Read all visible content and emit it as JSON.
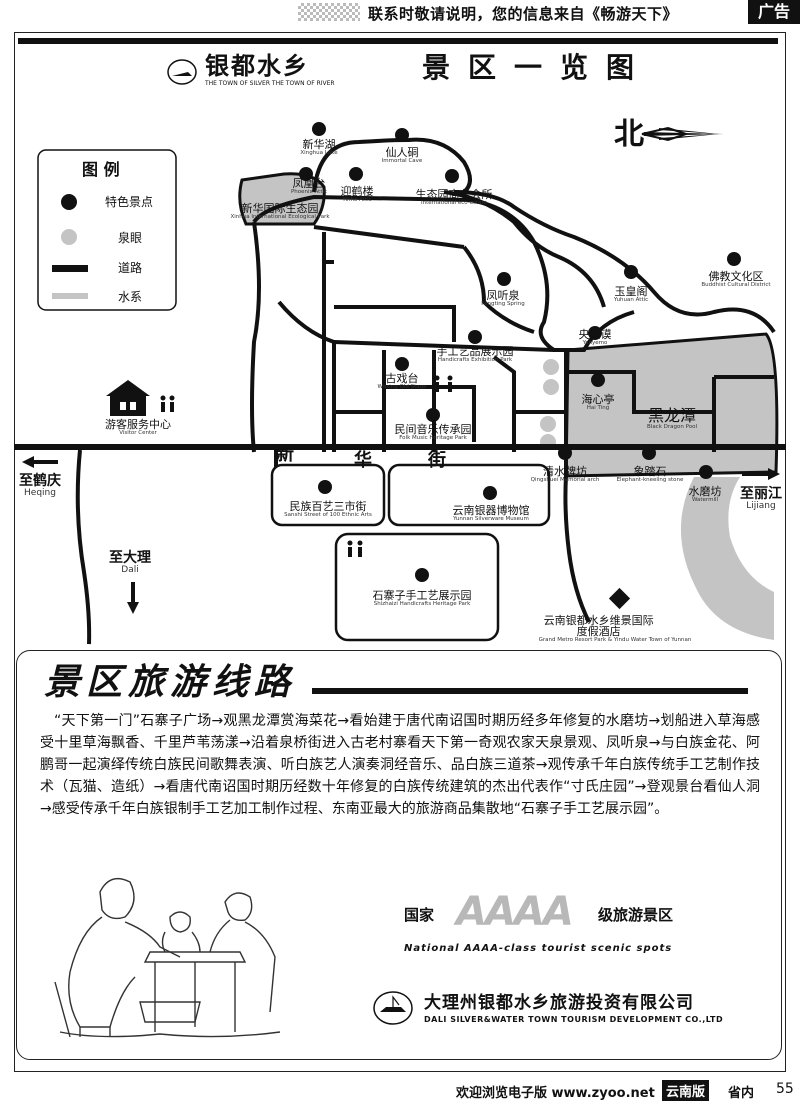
{
  "header": {
    "notice": "联系时敬请说明，您的信息来自《畅游天下》",
    "ad_label": "广告"
  },
  "brand": {
    "name": "银都水乡",
    "subtitle": "THE TOWN OF SILVER THE TOWN OF RIVER"
  },
  "map_title": "景区一览图",
  "north_label": "北",
  "legend": {
    "title": "图 例",
    "items": [
      {
        "label": "特色景点",
        "icon": "black-dot-icon"
      },
      {
        "label": "泉眼",
        "icon": "gray-dot-icon"
      },
      {
        "label": "道路",
        "icon": "black-bar-icon"
      },
      {
        "label": "水系",
        "icon": "gray-bar-icon"
      }
    ]
  },
  "spots": [
    {
      "cn": "新华湖",
      "en": "Xinghua Lake"
    },
    {
      "cn": "仙人硐",
      "en": "Immortal Cave"
    },
    {
      "cn": "凤凰台",
      "en": "Phoenix Attic"
    },
    {
      "cn": "迎鹤楼",
      "en": "Yinhe Attic"
    },
    {
      "cn": "生态园商务会所",
      "en": "International eco-estate"
    },
    {
      "cn": "新华国际生态园",
      "en": "Xinhua International Ecological Park"
    },
    {
      "cn": "凤听泉",
      "en": "Fengting Spring"
    },
    {
      "cn": "玉皇阁",
      "en": "Yuhuan Attic"
    },
    {
      "cn": "佛教文化区",
      "en": "Buddhist Cultural District"
    },
    {
      "cn": "央蝶谟",
      "en": "Yanyemo"
    },
    {
      "cn": "手工艺品展示园",
      "en": "Handicrafts Exhibition Park"
    },
    {
      "cn": "古戏台",
      "en": "Waxing Old Stage"
    },
    {
      "cn": "海心亭",
      "en": "Hai Ting"
    },
    {
      "cn": "黑龙潭",
      "en": "Black Dragon Pool"
    },
    {
      "cn": "民间音乐传承园",
      "en": "Folk Music Heritage Park"
    },
    {
      "cn": "清水牌坊",
      "en": "Qingshuei Memorial arch"
    },
    {
      "cn": "象踏石",
      "en": "Elephant-kneeling stone"
    },
    {
      "cn": "水磨坊",
      "en": "Watermill"
    },
    {
      "cn": "民族百艺三市街",
      "en": "Sanshi Street of 100 Ethnic Arts"
    },
    {
      "cn": "云南银器博物馆",
      "en": "Yunnan Silverware Museum"
    },
    {
      "cn": "石寨子手工艺展示园",
      "en": "Shizhaizi Handicrafts Heritage Park"
    },
    {
      "cn": "云南银都水乡维景国际度假酒店",
      "en": "Grand Metro Resort Park & Yindu Water Town of Yunnan"
    }
  ],
  "street_name": [
    "新",
    "华",
    "街"
  ],
  "visitor_center": {
    "cn": "游客服务中心",
    "en": "Visitor Center"
  },
  "directions": {
    "heqing": {
      "cn": "至鹤庆",
      "en": "Heqing"
    },
    "lijiang": {
      "cn": "至丽江",
      "en": "Lijiang"
    },
    "dali": {
      "cn": "至大理",
      "en": "Dali"
    }
  },
  "routes": {
    "title": "景区旅游线路",
    "text": "“天下第一门”石寨子广场→观黑龙潭赏海菜花→看始建于唐代南诏国时期历经多年修复的水磨坊→划船进入草海感受十里草海飘香、千里芦苇荡漾→沿着泉桥街进入古老村寨看天下第一奇观农家天泉景观、凤听泉→与白族金花、阿鹏哥一起演绎传统白族民间歌舞表演、听白族艺人演奏洞经音乐、品白族三道茶→观传承千年白族传统手工艺制作技术（瓦猫、造纸）→看唐代南诏国时期历经数十年修复的白族传统建筑的杰出代表作“寸氏庄园”→登观景台看仙人洞→感受传承千年白族银制手工艺加工制作过程、东南亚最大的旅游商品集散地“石寨子手工艺展示园”。"
  },
  "rating": {
    "prefix": "国家",
    "grade": "AAAA",
    "suffix": "级旅游景区",
    "english": "National AAAA-class tourist scenic spots"
  },
  "company": {
    "cn": "大理州银都水乡旅游投资有限公司",
    "en": "DALI SILVER&WATER TOWN TOURISM DEVELOPMENT CO.,LTD"
  },
  "footer": {
    "welcome": "欢迎浏览电子版 www.zyoo.net",
    "edition": "云南版",
    "province": "省内",
    "page": "55"
  }
}
